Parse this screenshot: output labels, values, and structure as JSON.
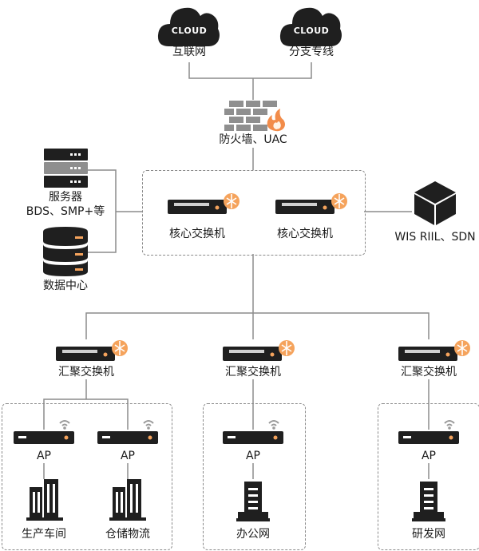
{
  "clouds": [
    {
      "badge": "CLOUD",
      "label": "互联网"
    },
    {
      "badge": "CLOUD",
      "label": "分支专线"
    }
  ],
  "firewall": {
    "label": "防火墙、UAC"
  },
  "servers": {
    "label_line1": "服务器",
    "label_line2": "BDS、SMP+等"
  },
  "datacenter": {
    "label": "数据中心"
  },
  "core": [
    {
      "label": "核心交换机"
    },
    {
      "label": "核心交换机"
    }
  ],
  "wis": {
    "label": "WIS RIIL、SDN"
  },
  "aggregation": [
    {
      "label": "汇聚交换机"
    },
    {
      "label": "汇聚交换机"
    },
    {
      "label": "汇聚交换机"
    }
  ],
  "aps": [
    {
      "label": "AP"
    },
    {
      "label": "AP"
    },
    {
      "label": "AP"
    },
    {
      "label": "AP"
    }
  ],
  "sites": [
    {
      "label": "生产车间"
    },
    {
      "label": "仓储物流"
    },
    {
      "label": "办公网"
    },
    {
      "label": "研发网"
    }
  ],
  "colors": {
    "line": "#8c8c8c",
    "device": "#1f1f1f",
    "accent": "#f5a35c",
    "dashed": "#8a8a8a"
  }
}
